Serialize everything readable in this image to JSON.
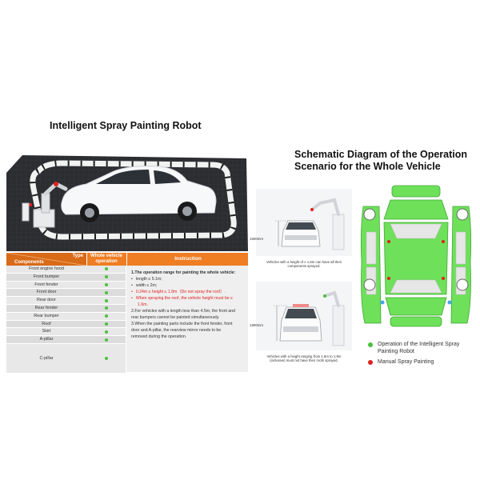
{
  "left_title": "Intelligent Spray Painting Robot",
  "right_title_line1": "Schematic Diagram of the Operation",
  "right_title_line2": "Scenario for the Whole Vehicle",
  "table": {
    "type_label": "Type",
    "components_label": "Components",
    "operation_label_line1": "Whole vehicle",
    "operation_label_line2": "operation",
    "instruction_label": "Instruction",
    "components": [
      "Front engine hood",
      "Front bumper",
      "Front fender",
      "Front door",
      "Rear door",
      "Rear fender",
      "Rear bumper",
      "Roof",
      "Skirt",
      "A-pillar",
      "C-pillar"
    ]
  },
  "instruction": {
    "heading": "1.The operation range for painting the whole vehicle:",
    "length": "length ≤ 5.1m;",
    "width": "width ≤ 2m;",
    "height": "0.24m ≤ height ≤ 1.8m（Do not spray the roof）.",
    "roof_line1": "When spraying the roof, the vehicle height must be ≤",
    "roof_line2": "1.6m.",
    "note2_line1": "2.For vehicles with a length less than 4.5m, the front and",
    "note2_line2": "rear bumpers cannot be painted simultaneously.",
    "note3_line1": "3.When the painting parts include the front fender, front",
    "note3_line2": "door and A-pillar, the rearview mirror needs to be",
    "note3_line3": "removed during the operation."
  },
  "scenes": [
    {
      "height_label": "1600mm",
      "caption_line1": "Vehicles with a height of ≤ 1.6m can have all their",
      "caption_line2": "components sprayed."
    },
    {
      "height_label": "1800mm",
      "caption_line1": "Vehicles with a height ranging from 1.6m to 1.8m",
      "caption_line2": "(inclusive) must not have their roofs sprayed."
    }
  ],
  "legend": {
    "green_line1": "Operation of the Intelligent Spray",
    "green_line2": "Painting Robot",
    "red": "Manual Spray Painting"
  },
  "colors": {
    "accent_orange": "#ef7d22",
    "green": "#49c13b",
    "red": "#e02020"
  }
}
